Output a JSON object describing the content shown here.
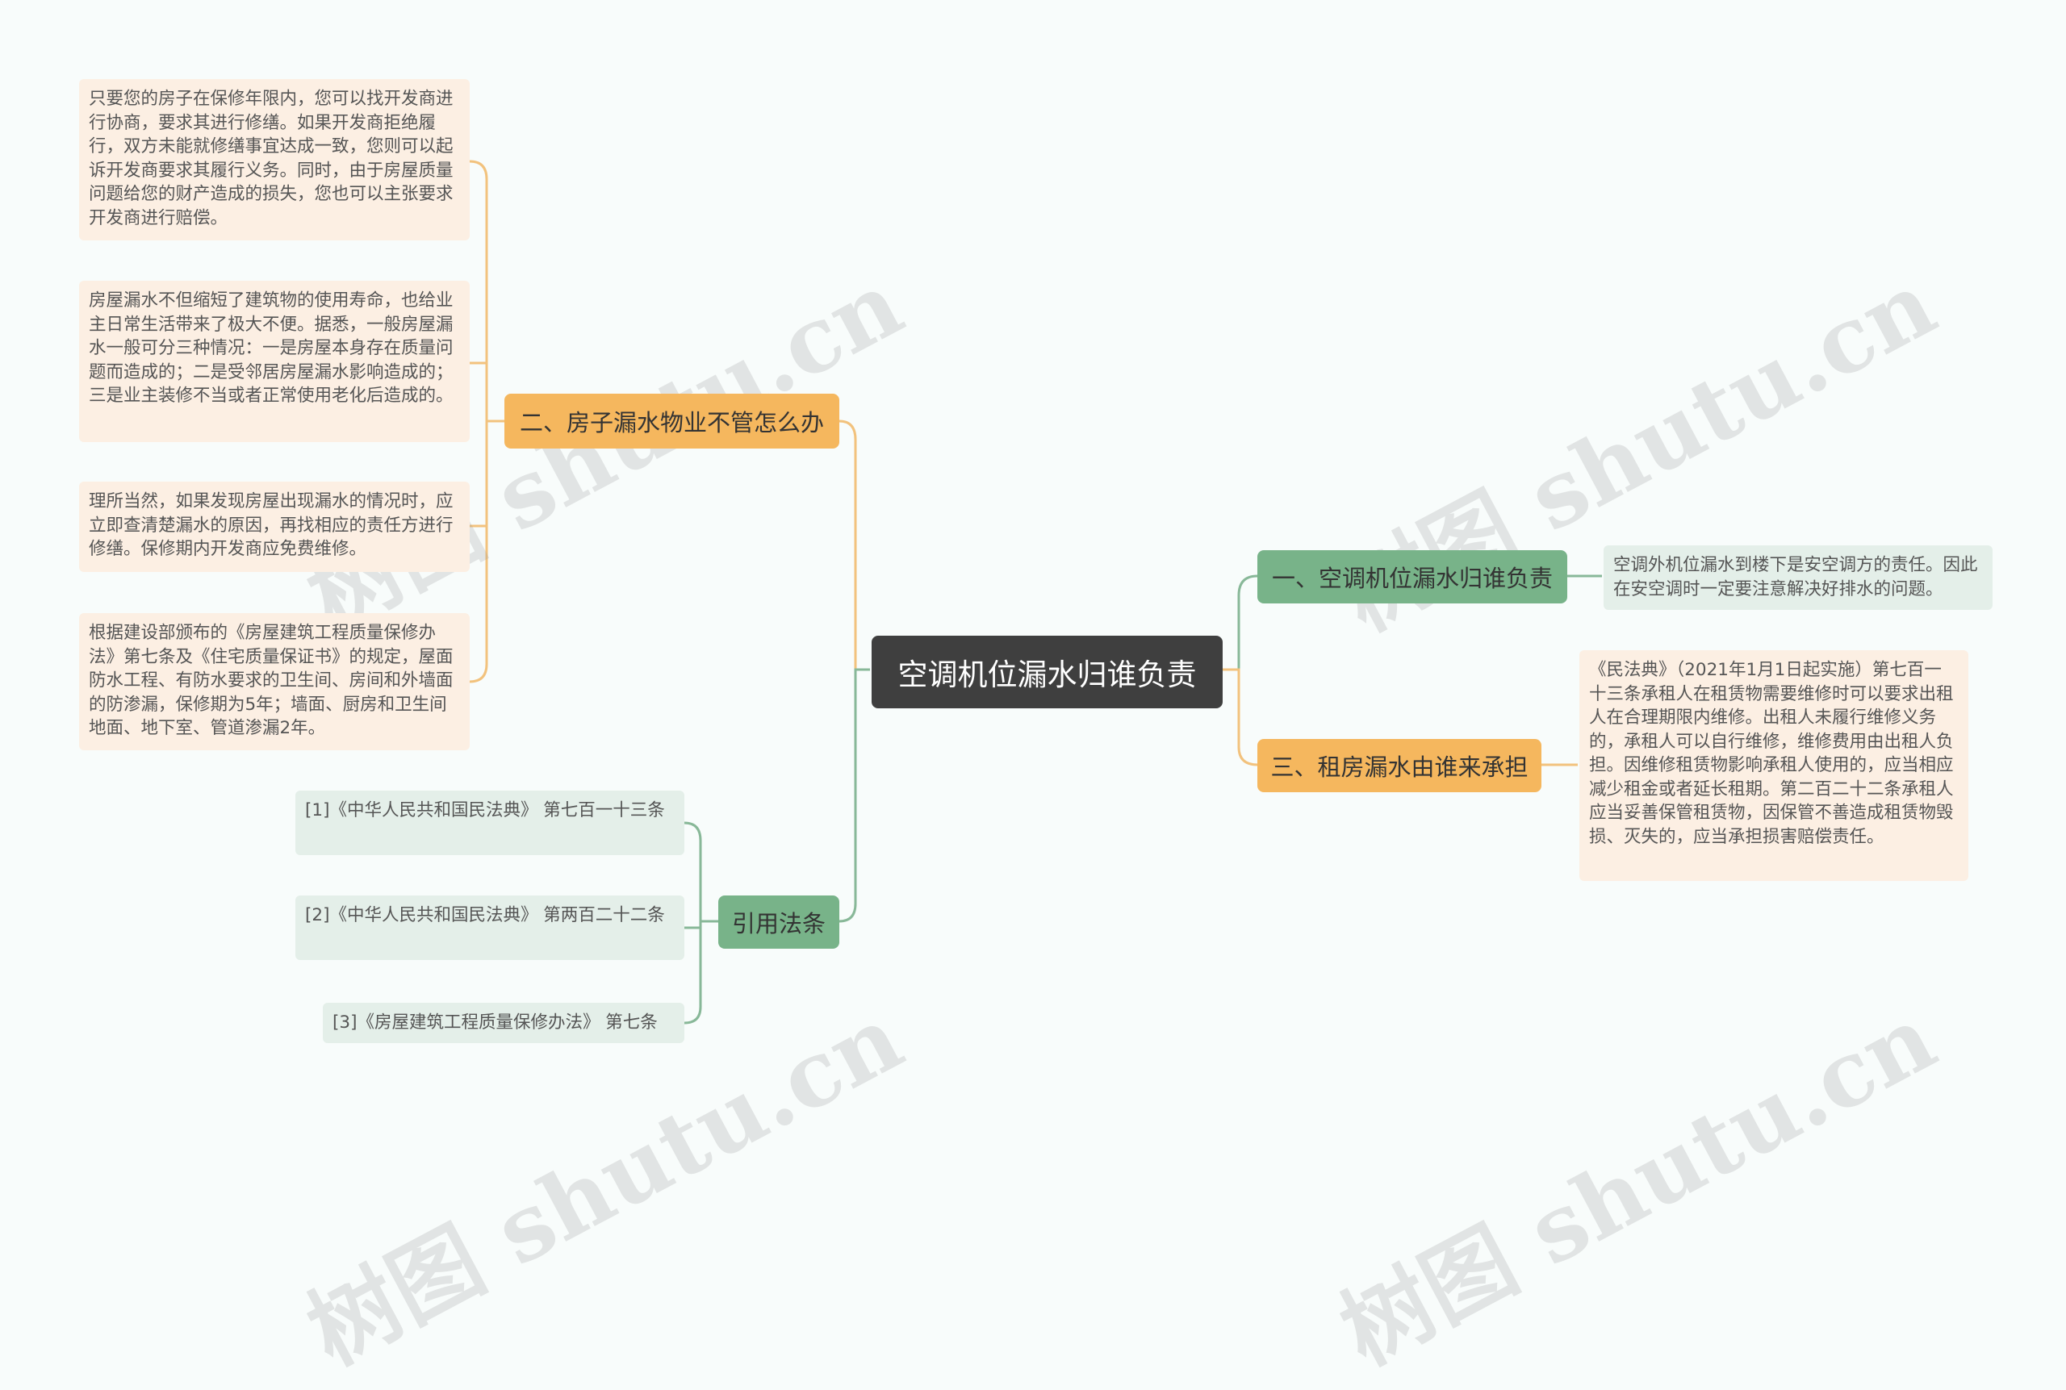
{
  "root": {
    "label": "空调机位漏水归谁负责"
  },
  "branches": {
    "b1": {
      "label": "一、空调机位漏水归谁负责",
      "leaves": [
        "空调外机位漏水到楼下是安空调方的责任。因此在安空调时一定要注意解决好排水的问题。"
      ]
    },
    "b2": {
      "label": "二、房子漏水物业不管怎么办",
      "leaves": [
        "只要您的房子在保修年限内，您可以找开发商进行协商，要求其进行修缮。如果开发商拒绝履行，双方未能就修缮事宜达成一致，您则可以起诉开发商要求其履行义务。同时，由于房屋质量问题给您的财产造成的损失，您也可以主张要求开发商进行赔偿。",
        "房屋漏水不但缩短了建筑物的使用寿命，也给业主日常生活带来了极大不便。据悉，一般房屋漏水一般可分三种情况：一是房屋本身存在质量问题而造成的；二是受邻居房屋漏水影响造成的；三是业主装修不当或者正常使用老化后造成的。",
        "理所当然，如果发现房屋出现漏水的情况时，应立即查清楚漏水的原因，再找相应的责任方进行修缮。保修期内开发商应免费维修。",
        "根据建设部颁布的《房屋建筑工程质量保修办法》第七条及《住宅质量保证书》的规定，屋面防水工程、有防水要求的卫生间、房间和外墙面的防渗漏，保修期为5年；墙面、厨房和卫生间地面、地下室、管道渗漏2年。"
      ]
    },
    "b3": {
      "label": "三、租房漏水由谁来承担",
      "leaves": [
        "《民法典》（2021年1月1日起实施）第七百一十三条承租人在租赁物需要维修时可以要求出租人在合理期限内维修。出租人未履行维修义务的，承租人可以自行维修，维修费用由出租人负担。因维修租赁物影响承租人使用的，应当相应减少租金或者延长租期。第二百二十二条承租人应当妥善保管租赁物，因保管不善造成租赁物毁损、灭失的，应当承担损害赔偿责任。"
      ]
    },
    "b4": {
      "label": "引用法条",
      "leaves": [
        "[1]《中华人民共和国民法典》 第七百一十三条",
        "[2]《中华人民共和国民法典》 第两百二十二条",
        "[3]《房屋建筑工程质量保修办法》 第七条"
      ]
    }
  },
  "watermark": "树图 shutu.cn",
  "colors": {
    "root_bg": "#3f3f3f",
    "orange": "#f5b75e",
    "green": "#78b389",
    "orange_leaf_bg": "#fcefe3",
    "green_leaf_bg": "#e4efe9",
    "orange_line": "#f2c27d",
    "green_line": "#88b898"
  }
}
